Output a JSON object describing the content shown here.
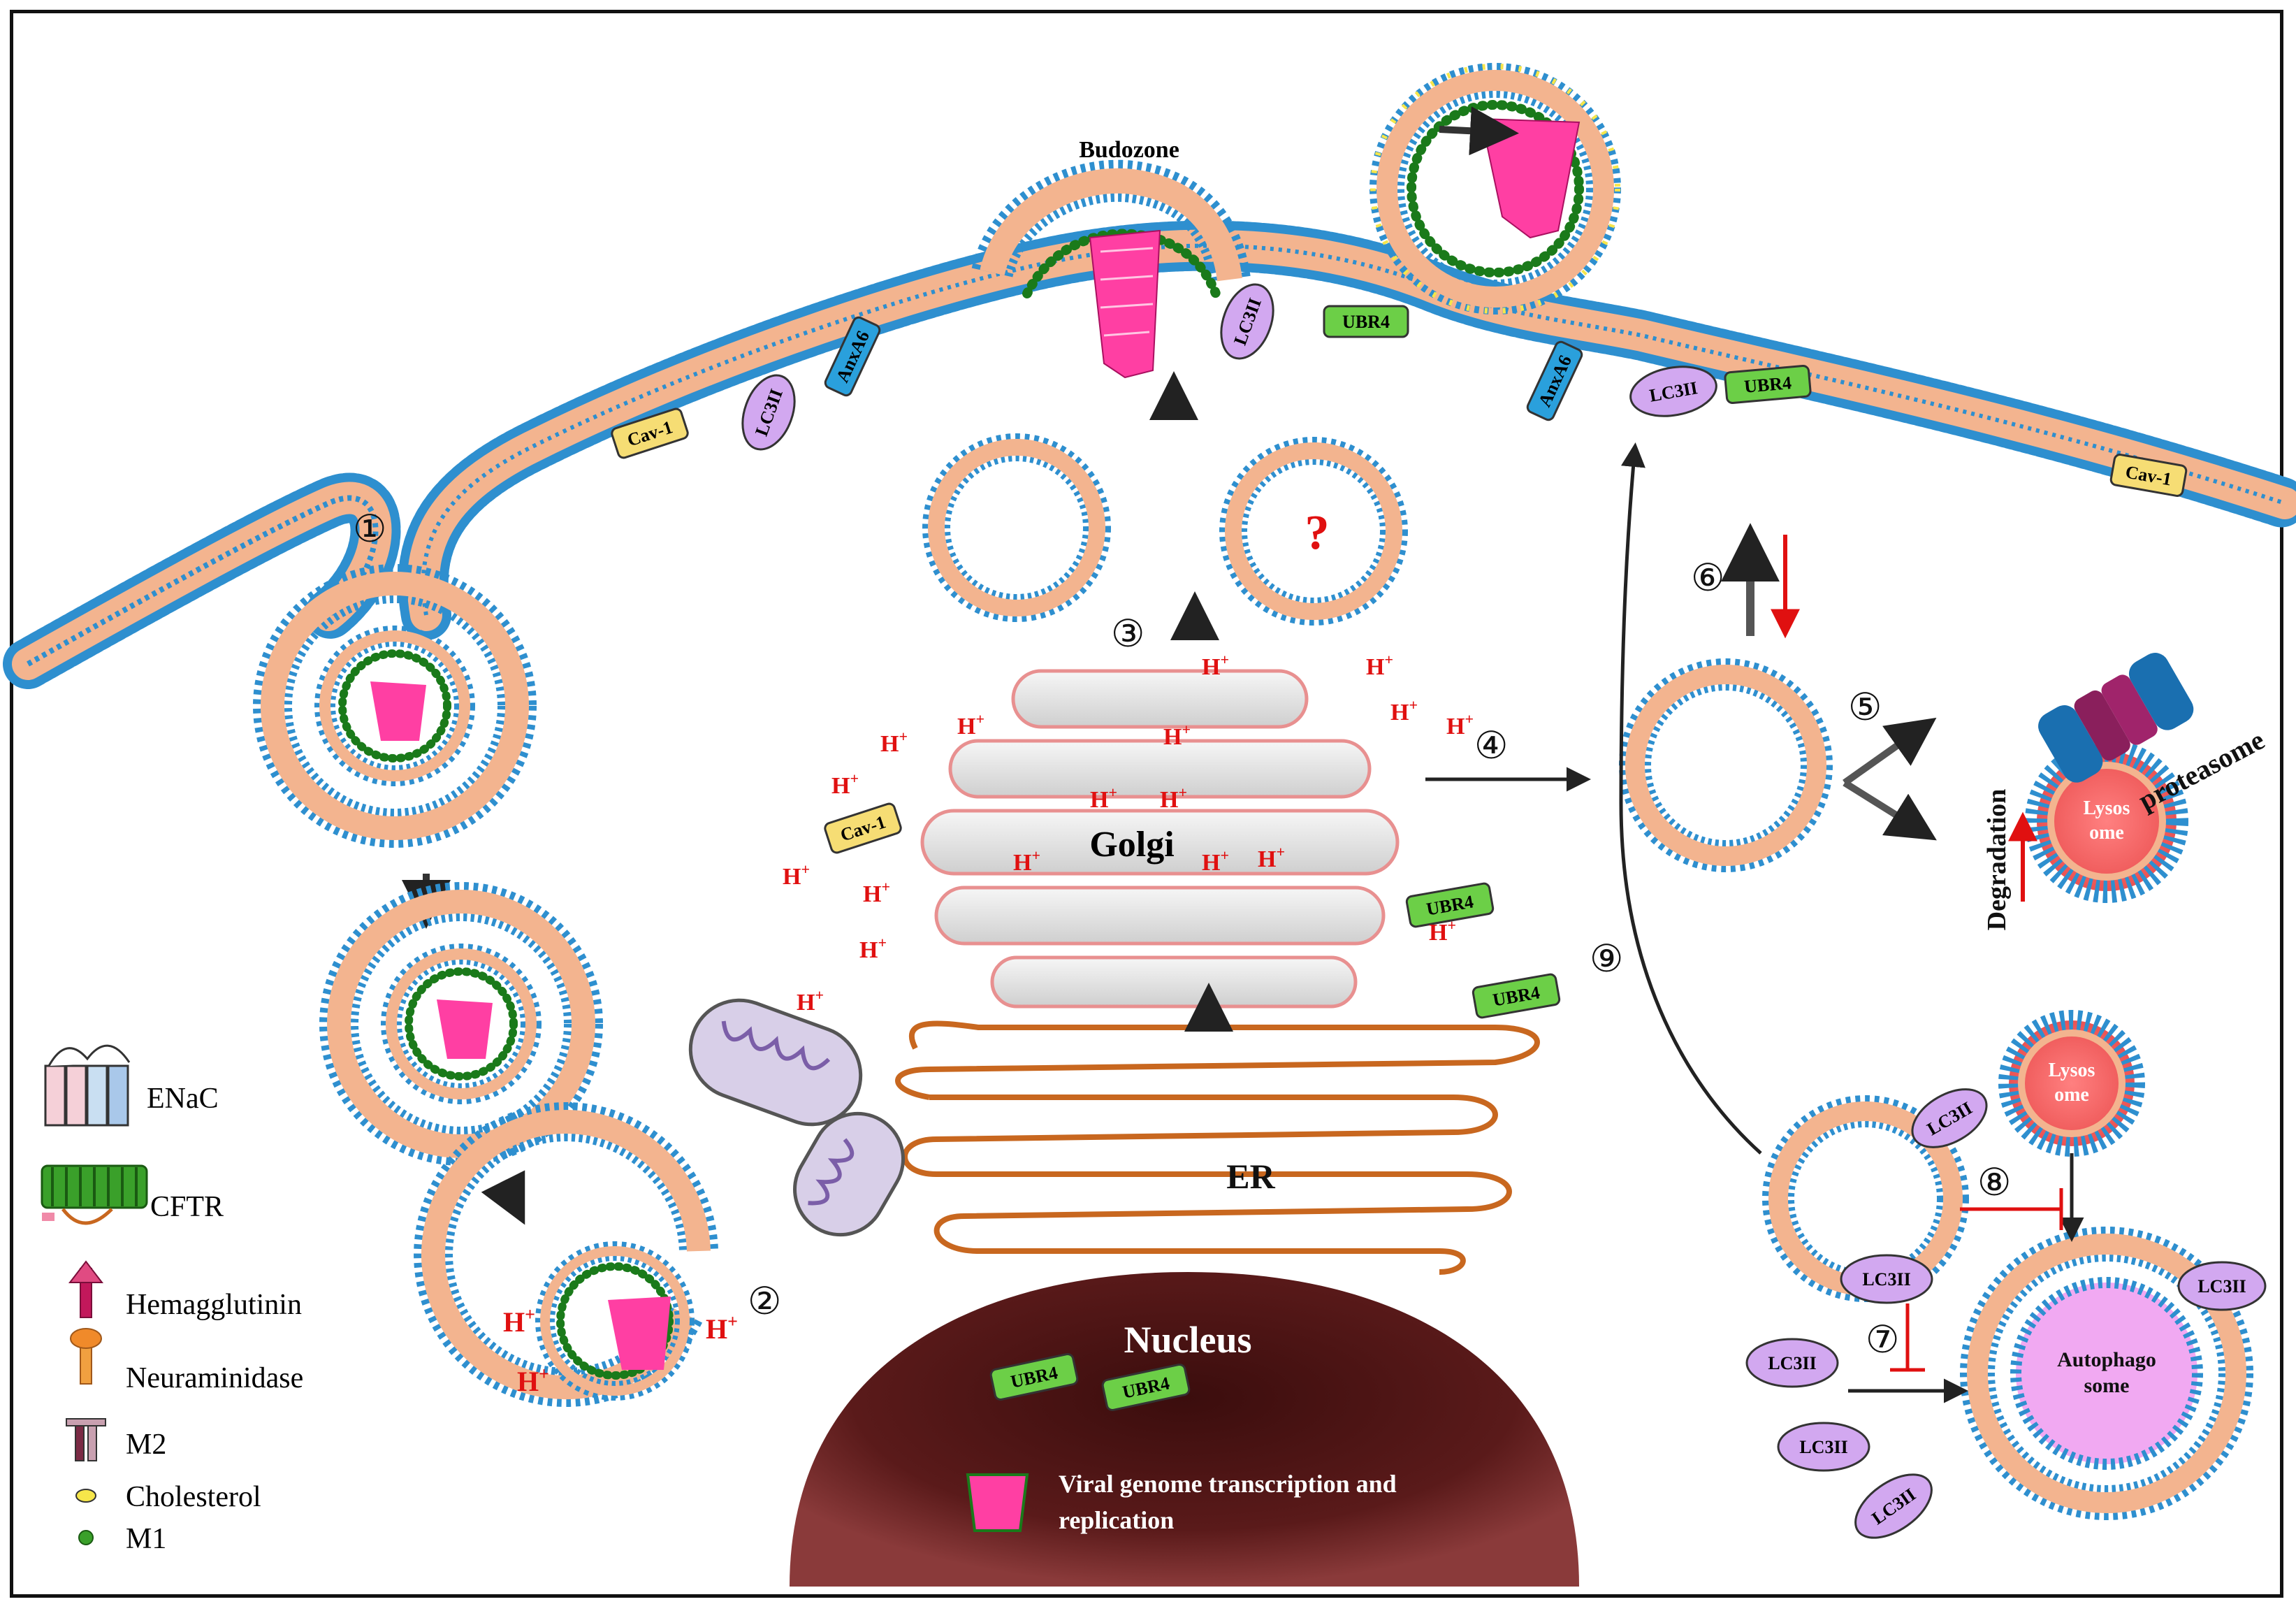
{
  "labels": {
    "budozone": "Budozone",
    "golgi": "Golgi",
    "er": "ER",
    "nucleus": "Nucleus",
    "degradation": "Degradation",
    "proteasome": "proteasome",
    "lysosome": "Lysos\nome",
    "autophagosome": "Autophago\nsome",
    "viral_genome": "Viral genome transcription and\nreplication",
    "question": "?"
  },
  "proteins": {
    "cav1": "Cav-1",
    "lc3ii": "LC3II",
    "anxa6": "AnxA6",
    "ubr4": "UBR4",
    "h_plus": "H",
    "h_sup": "+"
  },
  "steps": [
    "①",
    "②",
    "③",
    "④",
    "⑤",
    "⑥",
    "⑦",
    "⑧",
    "⑨"
  ],
  "legend": [
    {
      "icon": "enac-icon",
      "label": "ENaC"
    },
    {
      "icon": "cftr-icon",
      "label": "CFTR"
    },
    {
      "icon": "hemagglutinin-icon",
      "label": "Hemagglutinin"
    },
    {
      "icon": "neuraminidase-icon",
      "label": "Neuraminidase"
    },
    {
      "icon": "m2-icon",
      "label": "M2"
    },
    {
      "icon": "cholesterol-icon",
      "label": "Cholesterol"
    },
    {
      "icon": "m1-icon",
      "label": "M1"
    }
  ],
  "colors": {
    "membrane_head": "#2e8fcf",
    "membrane_tail": "#f3b48f",
    "hemagglutinin": "#c2185b",
    "neuraminidase": "#f0a040",
    "m2": "#7b2a45",
    "cftr": "#3aa02a",
    "ubr4": "#6ccf47",
    "lc3ii": "#d2a8f0",
    "anxa6": "#2aa0dc",
    "cav1": "#f6dd74",
    "golgi": "#e6e6e6",
    "golgi_edge": "#e89090",
    "er": "#c8671f",
    "nucleus": "#5a1a1a",
    "lysosome": "#f05555",
    "autophagosome": "#f1a9f2",
    "genome": "#ff3fa3",
    "h_plus": "#e01010",
    "inhibit": "#e01010",
    "arrow": "#222222"
  }
}
